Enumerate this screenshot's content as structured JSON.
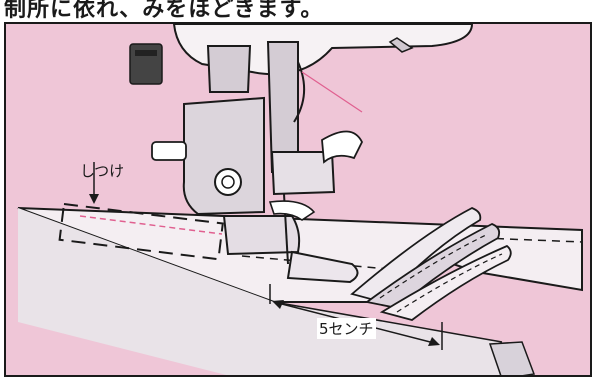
{
  "heading_fragment": "制所に依れ、みをほどきます。",
  "labels": {
    "basting": "しつけ",
    "dimension": "5センチ"
  },
  "colors": {
    "background_pink": "#efc6d7",
    "fabric_white": "#f4eef2",
    "fabric_grey": "#d8d2da",
    "outline": "#1a1a1a",
    "basting_line": "#e06090"
  }
}
